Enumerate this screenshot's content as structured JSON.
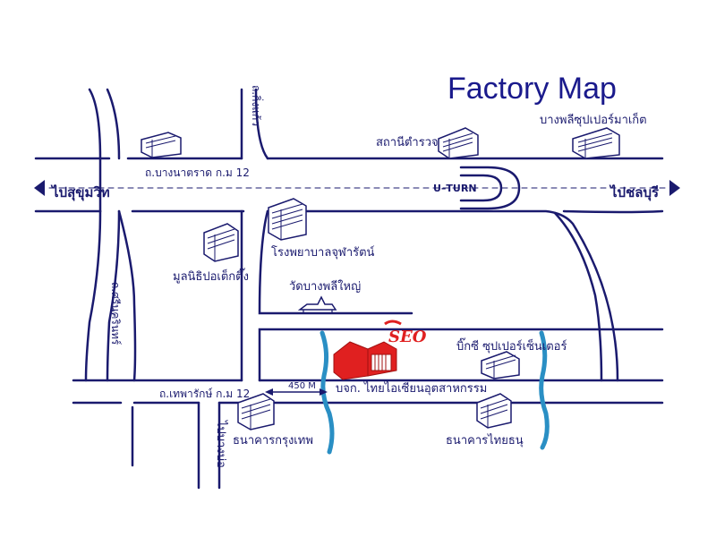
{
  "title": "Factory Map",
  "directions": {
    "west": "ไปสุขุมวิท",
    "east": "ไปชลบุรี",
    "south": "ไปบางบ่อ"
  },
  "roads": {
    "bangna_trad": "ถ.บางนาตราด ก.ม 12",
    "theparak": "ถ.เทพารักษ์ ก.ม 12",
    "srinakarin": "ถ.ศรีนครินทร์",
    "king_kaew": "ถ.กิ่งแก้ว"
  },
  "uturn": "U–TURN",
  "distance": "450 M",
  "places": {
    "bangplee_supermarket": "บางพลีซุปเปอร์มาเก็ต",
    "police_station": "สถานีตำรวจ",
    "hospital": "โรงพยาบาลจุฬารัตน์",
    "foundation": "มูลนิธิปอเต็กตึ๊ง",
    "temple": "วัดบางพลีใหญ่",
    "bigc": "บิ๊กซี ซุปเปอร์เซ็นเตอร์",
    "factory": "บจก. ไทยไอเซียนอุตสาหกรรม",
    "bangkok_bank": "ธนาคารกรุงเทพ",
    "thai_thanu_bank": "ธนาคารไทยธนุ"
  },
  "logo": "SEO",
  "colors": {
    "road": "#1a1a6e",
    "water": "#2a8fc4",
    "factory": "#e02020",
    "logo": "#e02020"
  }
}
